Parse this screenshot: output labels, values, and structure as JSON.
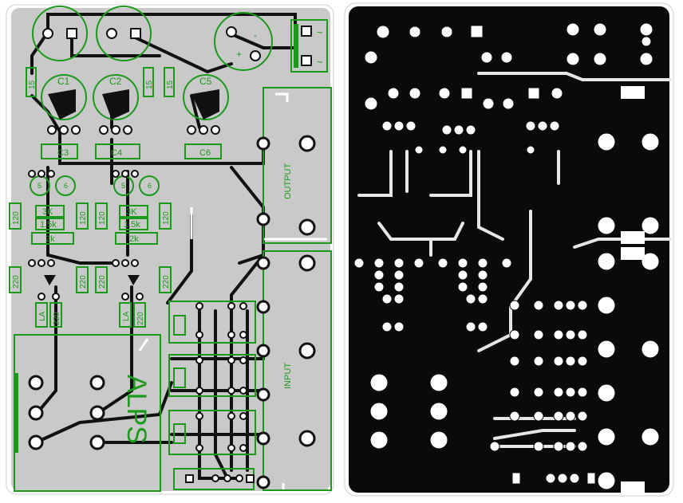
{
  "colors": {
    "board_left": "#c9c9c9",
    "board_right": "#0a0a0a",
    "silk": "#1a9a1a",
    "trace": "#111111",
    "pad": "#ffffff",
    "copper_right": "#ffffff"
  },
  "left": {
    "capacitors": [
      {
        "label": "C1"
      },
      {
        "label": "C2"
      },
      {
        "label": "C5"
      },
      {
        "label": "C3"
      },
      {
        "label": "C4"
      },
      {
        "label": "C6"
      }
    ],
    "resistor_values": {
      "r15": "15",
      "r120": "120",
      "r220": "220",
      "r3k": "3K",
      "r1_5k": "1.5k",
      "r2k": "2k",
      "la": "LA"
    },
    "connectors": {
      "output": "OUTPUT",
      "input": "INPUT"
    },
    "pot_brand": "ALPS",
    "ac_symbol": "~",
    "plus": "+",
    "minus": "-",
    "small_nums": {
      "five": "5",
      "six": "6"
    }
  }
}
